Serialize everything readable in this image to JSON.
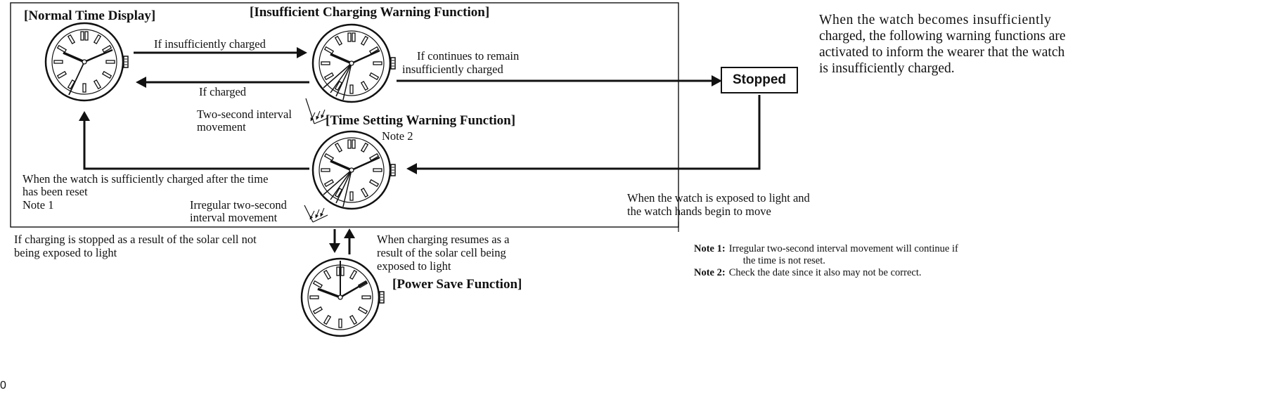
{
  "titles": {
    "normal": "[Normal Time Display]",
    "insufficient": "[Insufficient Charging Warning Function]",
    "time_setting": "[Time Setting Warning Function]",
    "power_save": "[Power Save Function]"
  },
  "stopped_label": "Stopped",
  "labels": {
    "if_insufficient": "If insufficiently charged",
    "if_charged": "If charged",
    "continues_l1": "If continues to remain",
    "continues_l2": "insufficiently charged",
    "two_sec_l1": "Two-second interval",
    "two_sec_l2": "movement",
    "note2_tag": "Note 2",
    "sufficient_l1": "When the watch is sufficiently charged after the time",
    "sufficient_l2": "has been reset",
    "note1_tag": "Note 1",
    "irregular_l1": "Irregular two-second",
    "irregular_l2": "interval movement",
    "exposed_l1": "When the watch is exposed to light and",
    "exposed_l2": "the watch hands begin to move",
    "stop_l1": "If charging is stopped as a result of the solar cell not",
    "stop_l2": "being exposed to light",
    "resume_l1": "When charging resumes as a",
    "resume_l2": "result of the solar cell being",
    "resume_l3": "exposed to light"
  },
  "intro": {
    "l1": "When the watch becomes insufficiently",
    "l2": "charged, the following warning functions are",
    "l3": "activated to inform the wearer that the watch",
    "l4": "is insufficiently charged."
  },
  "notes": [
    {
      "label": "Note 1:",
      "l1": "Irregular two-second interval movement will continue if",
      "l2": "the time is not reset."
    },
    {
      "label": "Note 2:",
      "l1": "Check the date since it also may not be correct.",
      "l2": ""
    }
  ],
  "page_number": "0"
}
